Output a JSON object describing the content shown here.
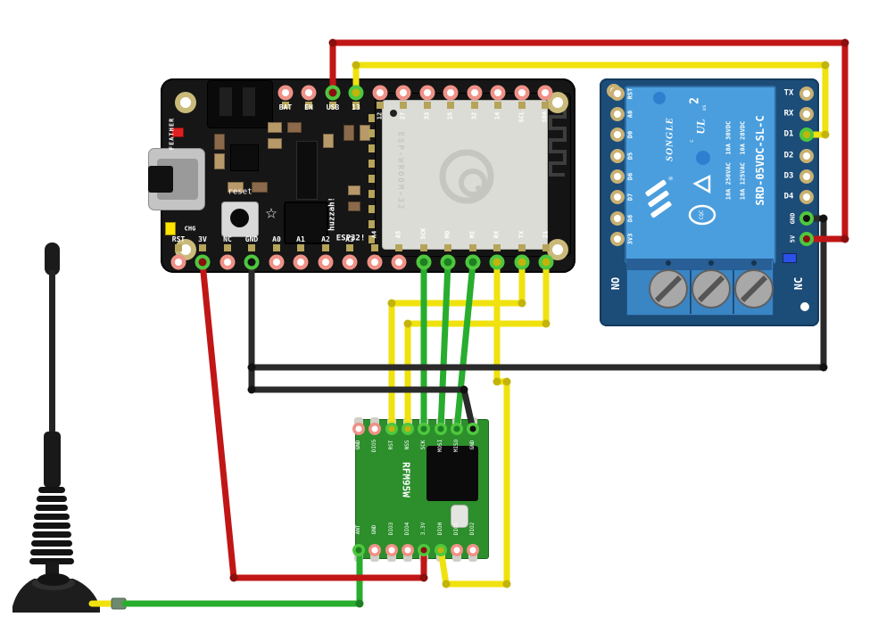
{
  "feather": {
    "top_pins": [
      "BAT",
      "EN",
      "USB",
      "13",
      "12",
      "27",
      "33",
      "15",
      "32",
      "14",
      "SCL",
      "SDA"
    ],
    "bottom_pins": [
      "RST",
      "3V",
      "NC",
      "GND",
      "A0",
      "A1",
      "A2",
      "A3",
      "A4",
      "A5",
      "SCK",
      "MO",
      "MI",
      "RX",
      "TX",
      "21"
    ],
    "silk": {
      "reset": "reset",
      "huzzah": "huzzah!",
      "esp32": "ESP32!",
      "chg": "CHG",
      "feather": "FEATHER"
    },
    "module_name": "ESP-WROOM-32"
  },
  "relay": {
    "left_pins": [
      "RST",
      "A0",
      "D0",
      "D5",
      "D6",
      "D7",
      "D8",
      "3V3"
    ],
    "right_pins": [
      "TX",
      "RX",
      "D1",
      "D2",
      "D3",
      "D4",
      "GND",
      "5V"
    ],
    "label": {
      "brand": "SONGLE",
      "reg": "®",
      "ul_num": "2",
      "ul": "UL",
      "ul_c": "c",
      "ul_us": "us",
      "ratings_1": "10A 250VAC  10A 30VDC",
      "ratings_2": "10A 125VAC  10A 28VDC",
      "model": "SRD-05VDC-SL-C",
      "cqc": "CQC"
    },
    "terminal": {
      "left_label": "NO",
      "right_label": "NC"
    }
  },
  "rfm": {
    "name": "RFM95W",
    "top_pins": [
      "GND",
      "DIO5",
      "RST",
      "NSS",
      "SCK",
      "MOSI",
      "MISO",
      "GND"
    ],
    "bottom_pins": [
      "ANT",
      "GND",
      "DIO3",
      "DIO4",
      "3.3V",
      "DIO0",
      "DIO1",
      "DIO2"
    ]
  },
  "colors": {
    "red": "#c11616",
    "red-dark": "#8a0f0f",
    "yellow": "#f0e20e",
    "yellow-dark": "#c2b40b",
    "green": "#28ad2e",
    "green-dark": "#1d7f22",
    "black": "#2a2a2a",
    "black-dark": "#121212",
    "pin-free": "#ef9187",
    "pin-wired": "#4ec73e",
    "pin-pad": "#c9b173"
  }
}
